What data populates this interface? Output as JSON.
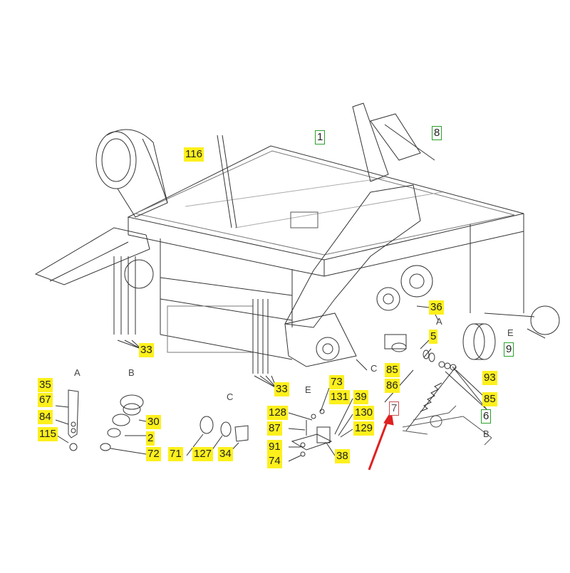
{
  "colors": {
    "highlight": "#fdf01c",
    "green_box": "#2aa02a",
    "red_box": "#c85050",
    "arrow": "#e02020",
    "line": "#333333"
  },
  "labels": {
    "l116": "116",
    "l1": "1",
    "l8": "8",
    "l33a": "33",
    "l33b": "33",
    "l36": "36",
    "l5": "5",
    "l9": "9",
    "l85a": "85",
    "l86": "86",
    "l93": "93",
    "l85b": "85",
    "l6": "6",
    "l7": "7",
    "l35": "35",
    "l67": "67",
    "l84": "84",
    "l115": "115",
    "l30": "30",
    "l2": "2",
    "l72": "72",
    "l71": "71",
    "l127": "127",
    "l34": "34",
    "l73": "73",
    "l131": "131",
    "l39": "39",
    "l128": "128",
    "l130": "130",
    "l87": "87",
    "l129": "129",
    "l91": "91",
    "l74": "74",
    "l38": "38"
  },
  "sections": {
    "A_detail": "A",
    "B_detail": "B",
    "C_detail": "C",
    "E_detail": "E",
    "A_main": "A",
    "C_main": "C",
    "E_main": "E",
    "B_main": "B"
  }
}
